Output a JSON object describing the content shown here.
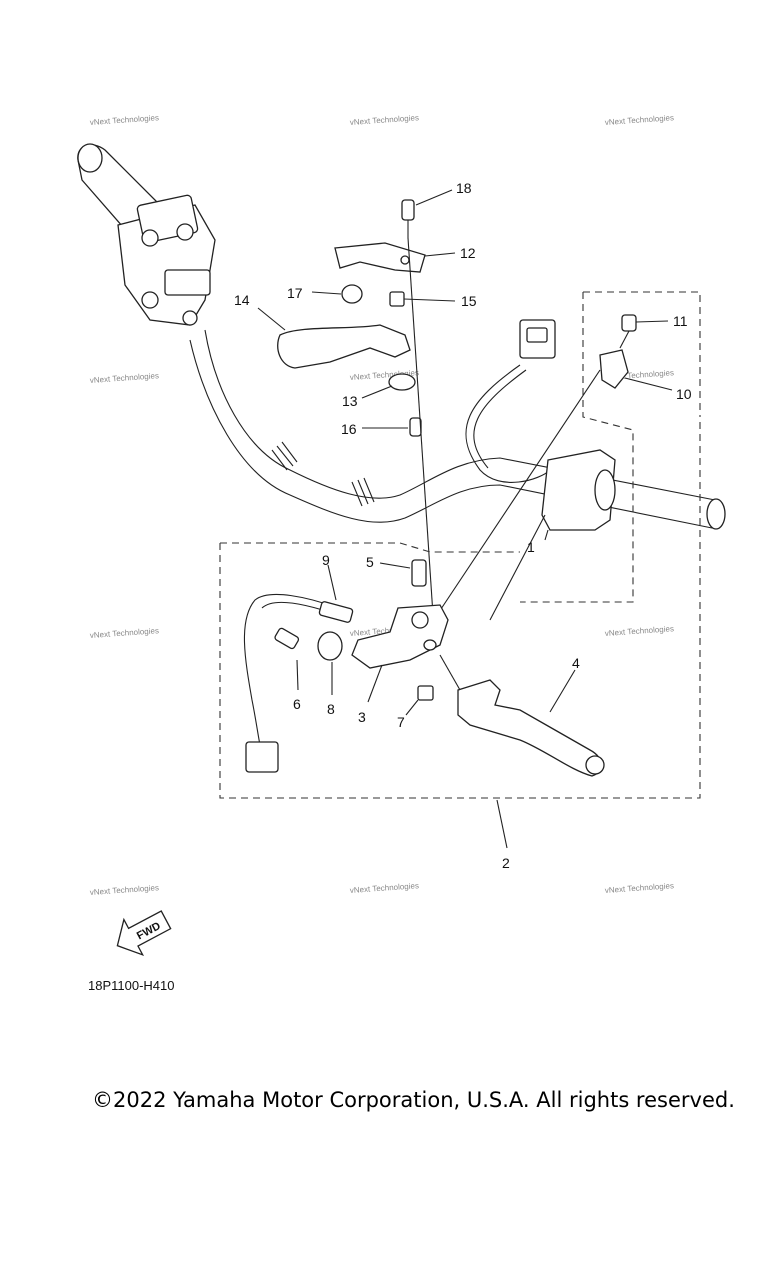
{
  "diagram": {
    "part_numbers": [
      "1",
      "2",
      "3",
      "4",
      "5",
      "6",
      "7",
      "8",
      "9",
      "10",
      "11",
      "12",
      "13",
      "14",
      "15",
      "16",
      "17",
      "18"
    ],
    "fwd_label": "FWD",
    "diagram_code": "18P1100-H410"
  },
  "watermark": {
    "text": "vNext Technologies",
    "text_alt": "Technologies"
  },
  "footer": {
    "copyright": "©2022 Yamaha Motor Corporation, U.S.A. All rights reserved."
  },
  "colors": {
    "line": "#222222",
    "background": "#ffffff",
    "watermark": "#8a8a8a"
  }
}
